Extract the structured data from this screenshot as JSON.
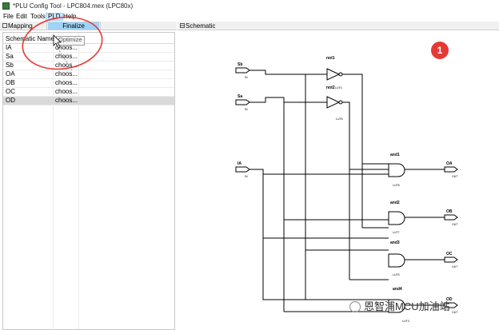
{
  "window": {
    "title": "*PLU Config Tool - LPC804.mex (LPC80x)"
  },
  "menubar": {
    "file": "File",
    "edit": "Edit",
    "tools": "Tools",
    "pld": "PLD",
    "help": "Help"
  },
  "pld_menu": {
    "finalize": "Finalize"
  },
  "tooltip": {
    "text": "Optimize"
  },
  "mapping_tab": {
    "label": "Mapping"
  },
  "schematic_tab": {
    "label": "Schematic"
  },
  "mapping_table": {
    "columns": [
      "Schematic Name",
      ""
    ],
    "rows": [
      {
        "name": "IA",
        "value": "choos..."
      },
      {
        "name": "Sa",
        "value": "choos..."
      },
      {
        "name": "Sb",
        "value": "choos..."
      },
      {
        "name": "OA",
        "value": "choos..."
      },
      {
        "name": "OB",
        "value": "choos..."
      },
      {
        "name": "OC",
        "value": "choos..."
      },
      {
        "name": "OD",
        "value": "choos..."
      }
    ]
  },
  "schematic": {
    "inputs": {
      "sb": "Sb",
      "sa": "Sa",
      "ia": "IA"
    },
    "input_tag": "IN",
    "gates": {
      "not1": "not1",
      "not2": "not2",
      "and1": "and1",
      "and2": "and2",
      "and3": "and3",
      "and4": "and4"
    },
    "luts": {
      "not1": "LUT4",
      "not2": "LUT6",
      "and1": "LUT8",
      "and2": "LUT7",
      "and3": "LUT5",
      "and4": "LUT3"
    },
    "outputs": {
      "oa": "OA",
      "ob": "OB",
      "oc": "OC",
      "od": "OD"
    },
    "output_tag": "OUT"
  },
  "annotation": {
    "badge": "1"
  },
  "watermark": {
    "text": "恩智浦MCU加油站"
  }
}
